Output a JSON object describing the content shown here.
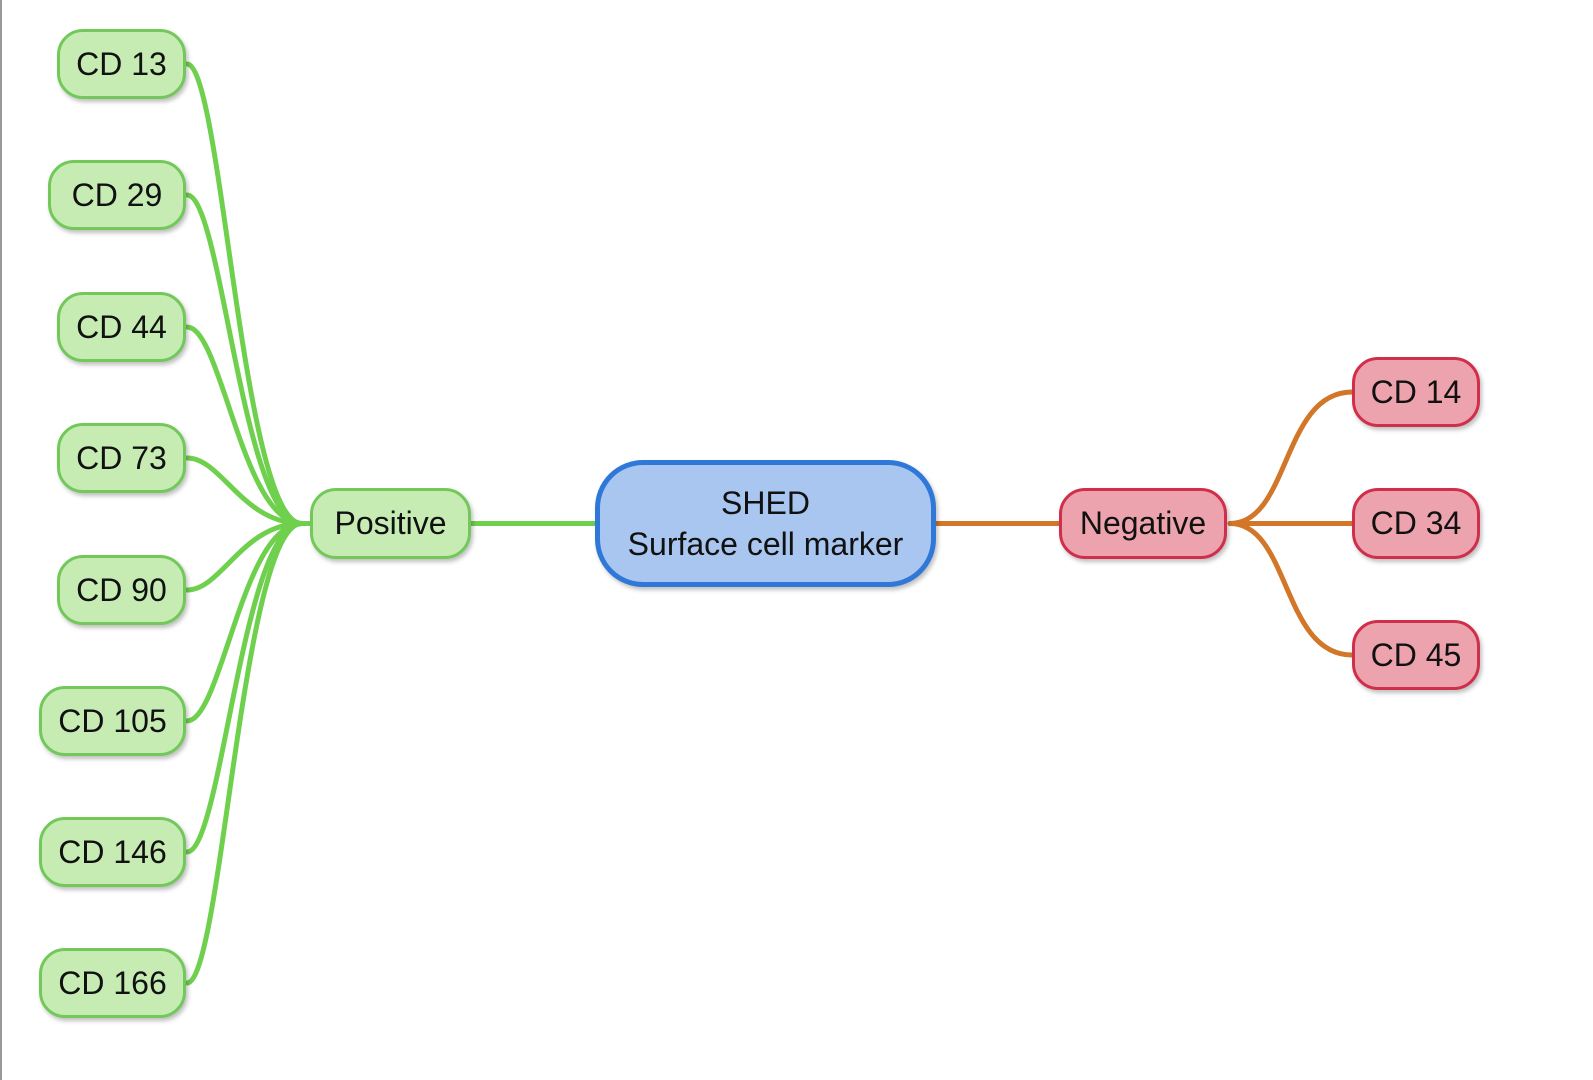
{
  "root": {
    "line1": "SHED",
    "line2": "Surface cell marker"
  },
  "positive": {
    "label": "Positive",
    "children": [
      "CD 13",
      "CD 29",
      "CD 44",
      "CD 73",
      "CD 90",
      "CD 105",
      "CD 146",
      "CD 166"
    ]
  },
  "negative": {
    "label": "Negative",
    "children": [
      "CD 14",
      "CD 34",
      "CD 45"
    ]
  },
  "colors": {
    "positive_edge": "#6fd04e",
    "negative_edge": "#d2772a",
    "root_border": "#2f78d8"
  }
}
